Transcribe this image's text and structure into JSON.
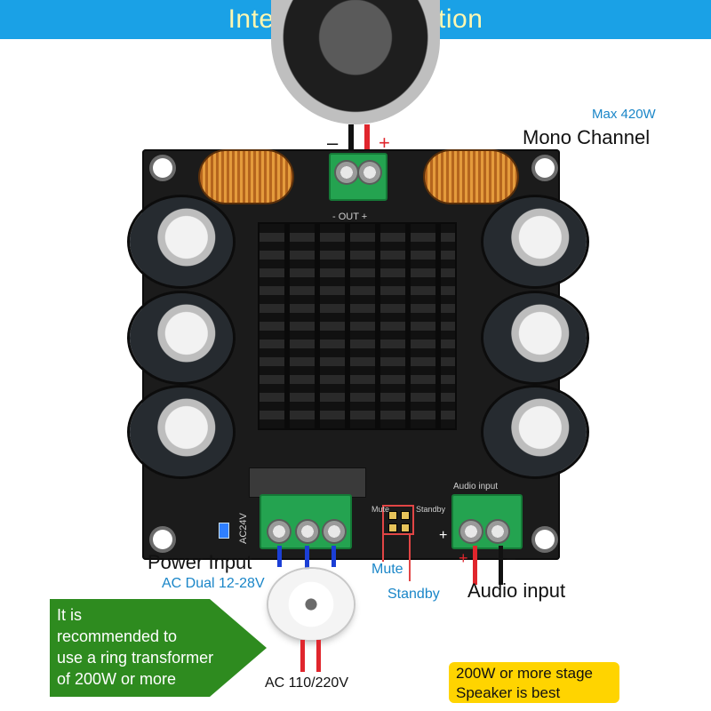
{
  "header": {
    "title": "Interface Connection"
  },
  "labels": {
    "max_power": "Max 420W",
    "mono_channel": "Mono Channel",
    "out_polarity_minus": "–",
    "out_polarity_plus": "+",
    "out_silk": "-  OUT  +",
    "power_input": "Power Input",
    "ac_dual": "AC Dual 12-28V",
    "ac24v_silk": "AC24V",
    "mute": "Mute",
    "standby": "Standby",
    "mute_silk": "Mute",
    "standby_silk": "Standby",
    "audio_input_silk": "Audio input",
    "audio_plus": "+",
    "audio_minus": "–",
    "audio_input": "Audio input",
    "ac_110_220": "AC 110/220V",
    "board_plus": "+"
  },
  "notes": {
    "transformer_line1": "It is",
    "transformer_line2": "recommended to",
    "transformer_line3": "use a ring transformer",
    "transformer_line4": "of 200W or more",
    "speaker_line1": "200W or more stage",
    "speaker_line2": "Speaker is best"
  },
  "colors": {
    "banner": "#1aa1e6",
    "banner_text": "#fff7b0",
    "note_bg": "#2e8b1f",
    "yellow_note": "#ffd400"
  }
}
